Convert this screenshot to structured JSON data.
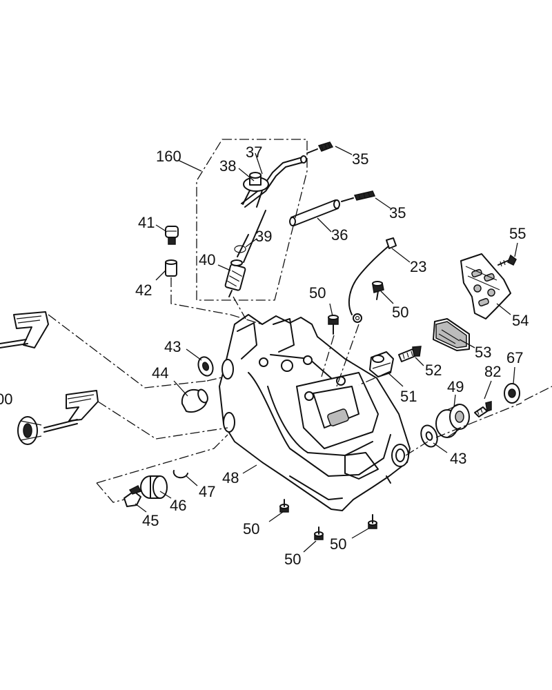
{
  "labels": {
    "p160": "160",
    "p37": "37",
    "p38": "38",
    "p35a": "35",
    "p35b": "35",
    "p36": "36",
    "p39": "39",
    "p40": "40",
    "p41": "41",
    "p42": "42",
    "p23": "23",
    "p55": "55",
    "p54": "54",
    "p50a": "50",
    "p50b": "50",
    "p43a": "43",
    "p44": "44",
    "p53": "53",
    "p52": "52",
    "p67": "67",
    "p82": "82",
    "p49": "49",
    "p51": "51",
    "p43b": "43",
    "p48": "48",
    "p47": "47",
    "p46": "46",
    "p45": "45",
    "p50c": "50",
    "p50d": "50",
    "p50e": "50",
    "p00": "00"
  }
}
